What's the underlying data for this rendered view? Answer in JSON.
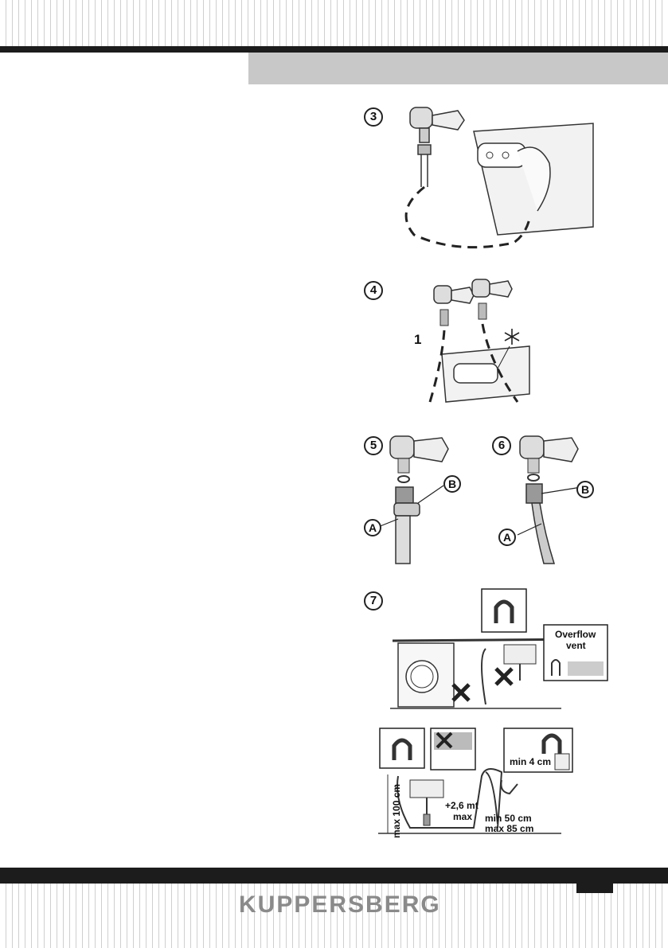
{
  "brand": "KUPPERSBERG",
  "figures": {
    "fig3": {
      "step": "3"
    },
    "fig4": {
      "step": "4",
      "hose_label": "1",
      "frost_icon": "snowflake-icon"
    },
    "fig5": {
      "step": "5",
      "callout_a": "A",
      "callout_b": "B"
    },
    "fig6": {
      "step": "6",
      "callout_a": "A",
      "callout_b": "B"
    },
    "fig7": {
      "step": "7",
      "overflow_label_line1": "Overflow",
      "overflow_label_line2": "vent",
      "min_height": "min 4 cm",
      "extension_length": "+2,6 mt",
      "extension_max": "max",
      "max_height": "max 100 cm",
      "min_drain": "min 50 cm",
      "max_drain": "max 85 cm"
    }
  },
  "colors": {
    "bars": "#1c1c1c",
    "header_band": "#c8c8c8",
    "logo": "#8a8a8a"
  }
}
